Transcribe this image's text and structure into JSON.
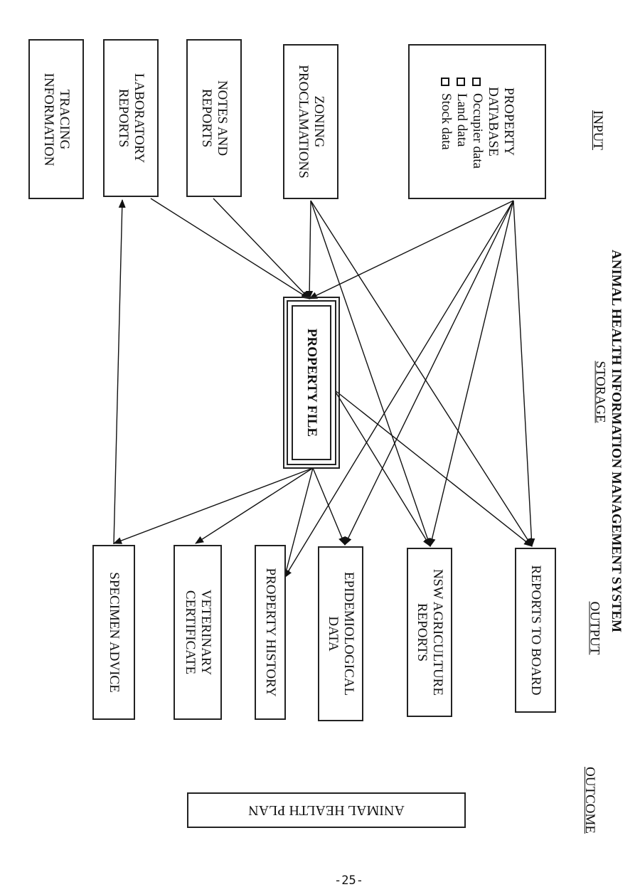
{
  "title": "ANIMAL HEALTH INFORMATION MANAGEMENT SYSTEM",
  "columns": {
    "input": "INPUT",
    "storage": "STORAGE",
    "output": "OUTPUT",
    "outcome": "OUTCOME"
  },
  "inputs": [
    {
      "id": "property-database",
      "lines": [
        "PROPERTY",
        "DATABASE"
      ],
      "bullets": [
        "Occupier data",
        "Land data",
        "Stock data"
      ]
    },
    {
      "id": "zoning",
      "lines": [
        "ZONING",
        "PROCLAMATIONS"
      ]
    },
    {
      "id": "notes",
      "lines": [
        "NOTES AND",
        "REPORTS"
      ]
    },
    {
      "id": "laboratory",
      "lines": [
        "LABORATORY",
        "REPORTS"
      ]
    },
    {
      "id": "tracing",
      "lines": [
        "TRACING",
        "INFORMATION"
      ]
    }
  ],
  "storage": {
    "label": "PROPERTY FILE"
  },
  "outputs": [
    {
      "id": "board",
      "lines": [
        "REPORTS TO BOARD"
      ]
    },
    {
      "id": "nsw",
      "lines": [
        "NSW AGRICULTURE",
        "REPORTS"
      ]
    },
    {
      "id": "epi",
      "lines": [
        "EPIDEMIOLOGICAL",
        "DATA"
      ]
    },
    {
      "id": "history",
      "lines": [
        "PROPERTY HISTORY"
      ]
    },
    {
      "id": "vet",
      "lines": [
        "VETERINARY",
        "CERTIFICATE"
      ]
    },
    {
      "id": "specimen",
      "lines": [
        "SPECIMEN ADVICE"
      ]
    }
  ],
  "outcome": {
    "label": "ANIMAL HEALTH PLAN"
  },
  "page_number": "-25-",
  "connections": [
    [
      "property-database",
      "property-file"
    ],
    [
      "property-database",
      "board"
    ],
    [
      "property-database",
      "nsw"
    ],
    [
      "property-database",
      "epi"
    ],
    [
      "property-database",
      "history"
    ],
    [
      "zoning",
      "property-file"
    ],
    [
      "zoning",
      "board"
    ],
    [
      "zoning",
      "nsw"
    ],
    [
      "notes",
      "property-file"
    ],
    [
      "laboratory",
      "property-file"
    ],
    [
      "property-file",
      "board"
    ],
    [
      "property-file",
      "nsw"
    ],
    [
      "property-file",
      "epi"
    ],
    [
      "property-file",
      "history"
    ],
    [
      "property-file",
      "vet"
    ],
    [
      "property-file",
      "specimen"
    ],
    [
      "specimen",
      "laboratory"
    ]
  ]
}
